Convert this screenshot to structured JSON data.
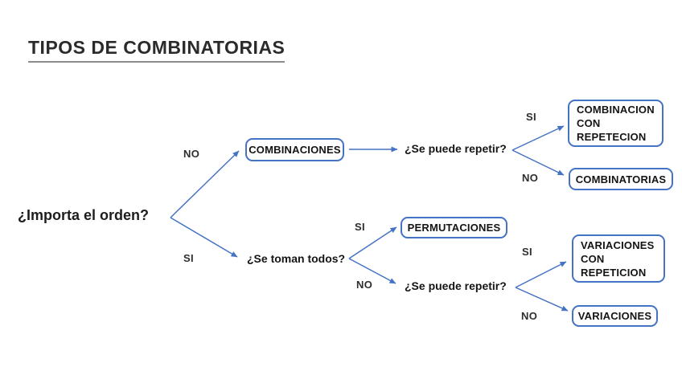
{
  "page": {
    "title": "TIPOS DE COMBINATORIAS"
  },
  "colors": {
    "accent_blue": "#4472C4",
    "title_text": "#2B2B2B",
    "underline_gray": "#8C8C8C",
    "background": "#FFFFFF"
  },
  "tree": {
    "root_question": "¿Importa el orden?",
    "edges": {
      "orden_no": "NO",
      "orden_si": "SI",
      "repetir_top_si": "SI",
      "repetir_top_no": "NO",
      "todos_si": "SI",
      "todos_no": "NO",
      "repetir_bottom_si": "SI",
      "repetir_bottom_no": "NO"
    },
    "questions": {
      "repetir_top": "¿Se puede repetir?",
      "toman_todos": "¿Se toman todos?",
      "repetir_bottom": "¿Se puede repetir?"
    },
    "boxes": {
      "combinaciones": "COMBINACIONES",
      "combinacion_con_repetecion": [
        "COMBINACION",
        "CON",
        "REPETECION"
      ],
      "combinatorias": "COMBINATORIAS",
      "permutaciones": "PERMUTACIONES",
      "variaciones_con_repeticion": [
        "VARIACIONES",
        "CON",
        "REPETICION"
      ],
      "variaciones": "VARIACIONES"
    }
  }
}
